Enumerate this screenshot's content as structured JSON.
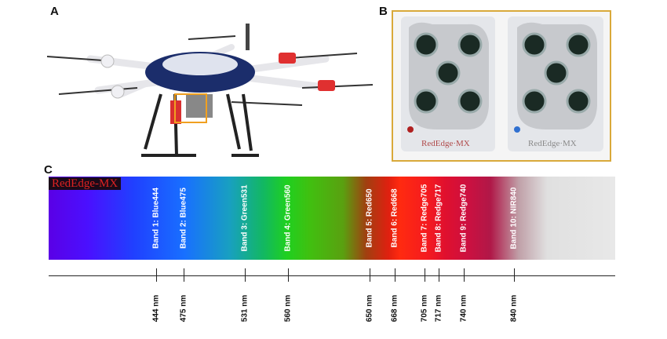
{
  "panels": {
    "a": "A",
    "b": "B",
    "c": "C"
  },
  "camera_brand": "RedEdge·MX",
  "logo_overlay": "RedEdge-MX",
  "bands": [
    {
      "label": "Band 1: Blue444",
      "nm": "444 nm"
    },
    {
      "label": "Band 2: Blue475",
      "nm": "475 nm"
    },
    {
      "label": "Band 3: Green531",
      "nm": "531 nm"
    },
    {
      "label": "Band 4: Green560",
      "nm": "560 nm"
    },
    {
      "label": "Band 5: Red650",
      "nm": "650 nm"
    },
    {
      "label": "Band 6: Red668",
      "nm": "668 nm"
    },
    {
      "label": "Band 7: Redge705",
      "nm": "705 nm"
    },
    {
      "label": "Band 8: Redge717",
      "nm": "717 nm"
    },
    {
      "label": "Band 9: Redge740",
      "nm": "740 nm"
    },
    {
      "label": "Band 10: NIR840",
      "nm": "840 nm"
    }
  ],
  "colors": {
    "highlight_box": "#f0a020",
    "panel_b_border": "#d9a93a",
    "drone_blue": "#1b2d6b",
    "rotor_red": "#e03030"
  }
}
